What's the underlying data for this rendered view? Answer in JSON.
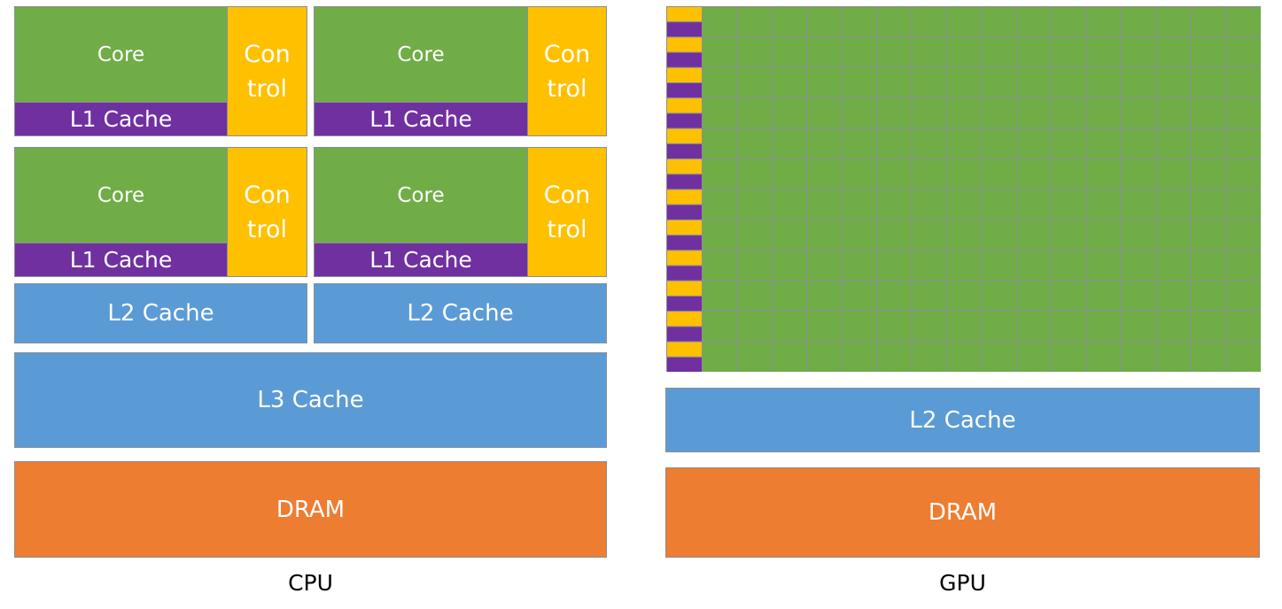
{
  "cpu": {
    "cores": [
      {
        "core_label": "Core",
        "l1_label": "L1 Cache",
        "control_label": "Con\ntrol"
      },
      {
        "core_label": "Core",
        "l1_label": "L1 Cache",
        "control_label": "Con\ntrol"
      },
      {
        "core_label": "Core",
        "l1_label": "L1 Cache",
        "control_label": "Con\ntrol"
      },
      {
        "core_label": "Core",
        "l1_label": "L1 Cache",
        "control_label": "Con\ntrol"
      }
    ],
    "l2": [
      "L2 Cache",
      "L2 Cache"
    ],
    "l3": "L3 Cache",
    "dram": "DRAM",
    "caption": "CPU"
  },
  "gpu": {
    "grid": {
      "rows": 12,
      "compute_columns": 16
    },
    "l2": "L2 Cache",
    "dram": "DRAM",
    "caption": "GPU"
  },
  "colors": {
    "core": "#70ad47",
    "l1_cache": "#7030a0",
    "control": "#ffc000",
    "cache": "#5b9bd5",
    "dram": "#ed7d31",
    "border": "#8a8f96"
  }
}
